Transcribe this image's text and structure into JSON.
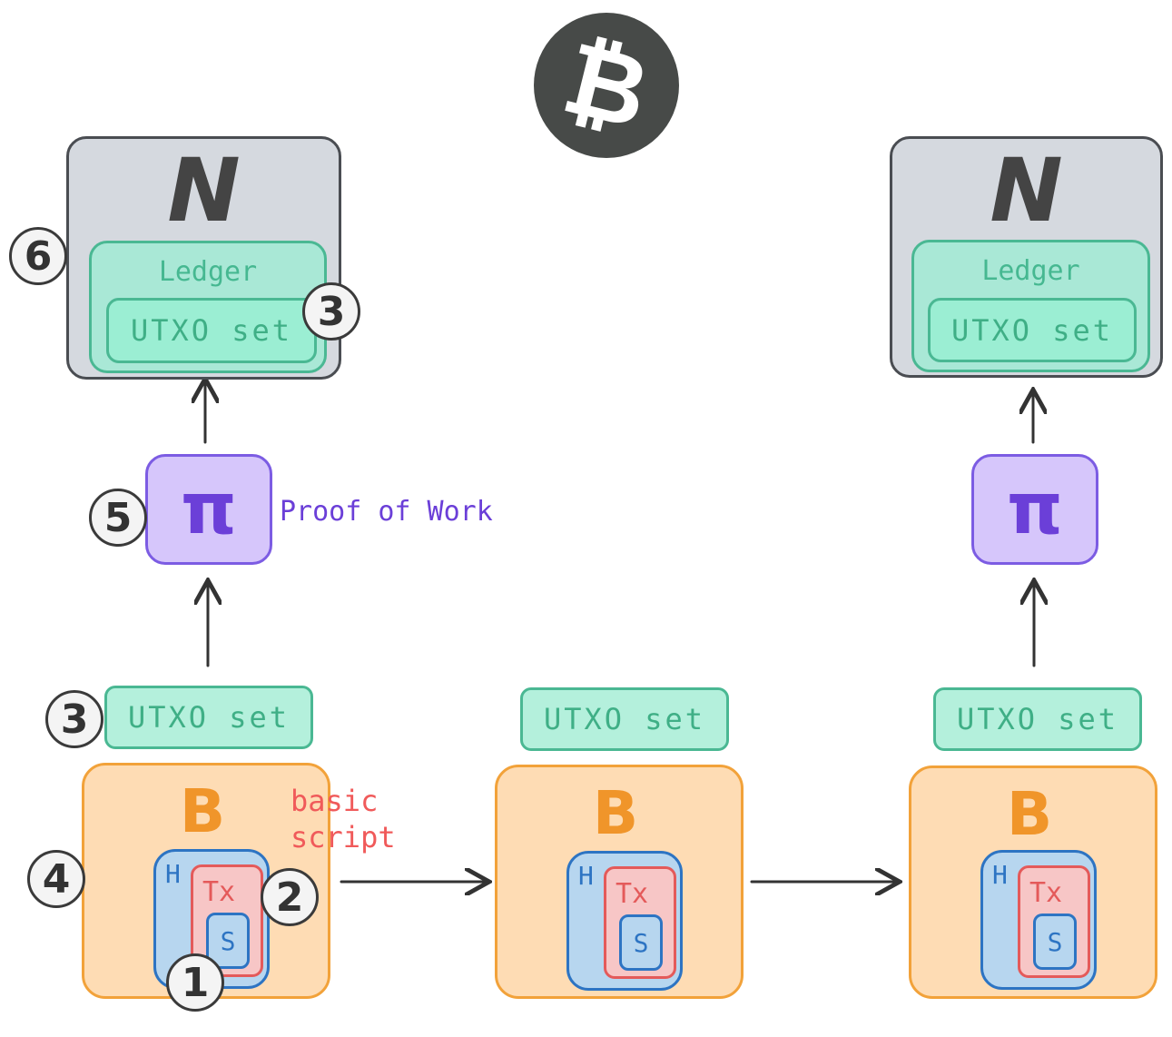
{
  "logo": {
    "icon": "bitcoin-icon",
    "glyph": "₿"
  },
  "nodes": [
    {
      "label": "N",
      "ledger_label": "Ledger",
      "utxo_label": "UTXO set"
    },
    {
      "label": "N",
      "ledger_label": "Ledger",
      "utxo_label": "UTXO set"
    }
  ],
  "pis": [
    {
      "label": "π"
    },
    {
      "label": "π"
    }
  ],
  "proof_label": "Proof of Work",
  "utxo_sets": [
    {
      "label": "UTXO set"
    },
    {
      "label": "UTXO set"
    },
    {
      "label": "UTXO set"
    }
  ],
  "blocks": [
    {
      "label": "B",
      "header_label": "H",
      "tx_label": "Tx",
      "script_label": "S"
    },
    {
      "label": "B",
      "header_label": "H",
      "tx_label": "Tx",
      "script_label": "S"
    },
    {
      "label": "B",
      "header_label": "H",
      "tx_label": "Tx",
      "script_label": "S"
    }
  ],
  "script_annotation": {
    "line1": "basic",
    "line2": "script"
  },
  "markers": {
    "m1": "1",
    "m2": "2",
    "m3a": "3",
    "m3b": "3",
    "m4": "4",
    "m5": "5",
    "m6": "6"
  },
  "colors": {
    "node": "#d5d9df",
    "ledger": "#a9e8d6",
    "utxo": "#b4f0dc",
    "pi": "#d6c6fb",
    "block": "#fedcb4",
    "header": "#b7d6ef",
    "tx": "#f7c6c6",
    "logo": "#474a48"
  }
}
